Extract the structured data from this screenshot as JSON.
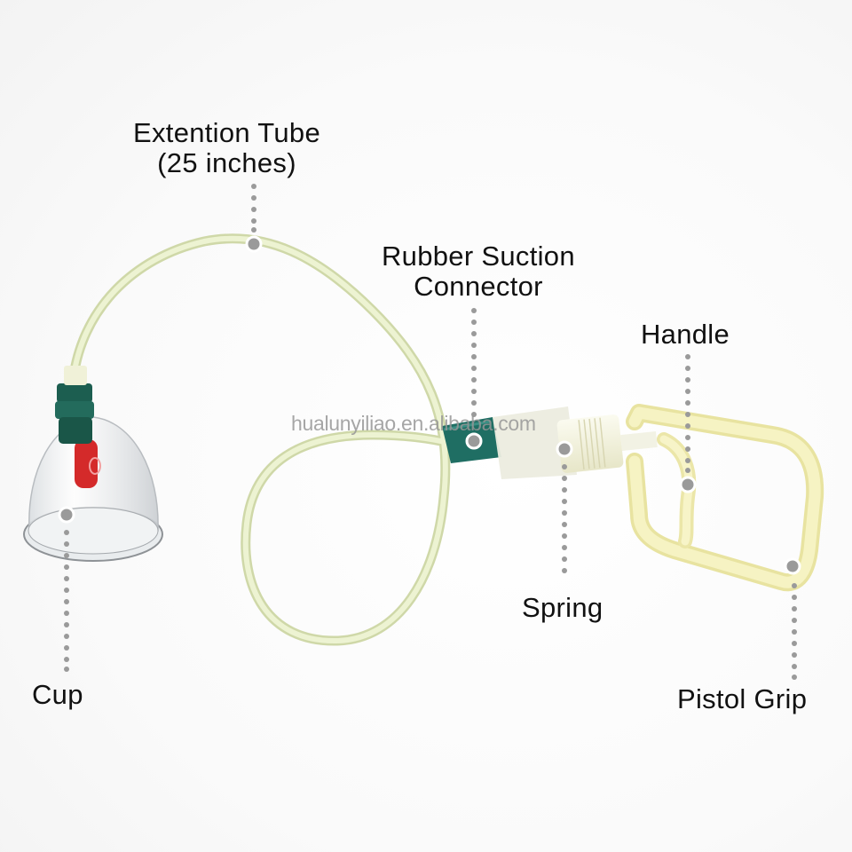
{
  "image": {
    "subject": "Cupping therapy set with extension tube and pistol-grip pump",
    "watermark": "hualunyiliao.en.alibaba.com",
    "colors": {
      "background": "#ffffff",
      "tube": "#e6efc4",
      "connector": "#1f6e63",
      "valve": "#d42a2a",
      "handle": "#f3efb8",
      "callout_dot": "#9a9a9a"
    }
  },
  "labels": {
    "extension_tube_line1": "Extention Tube",
    "extension_tube_line2": "(25 inches)",
    "rubber_connector_line1": "Rubber Suction",
    "rubber_connector_line2": "Connector",
    "handle": "Handle",
    "cup": "Cup",
    "spring": "Spring",
    "pistol_grip": "Pistol Grip"
  }
}
